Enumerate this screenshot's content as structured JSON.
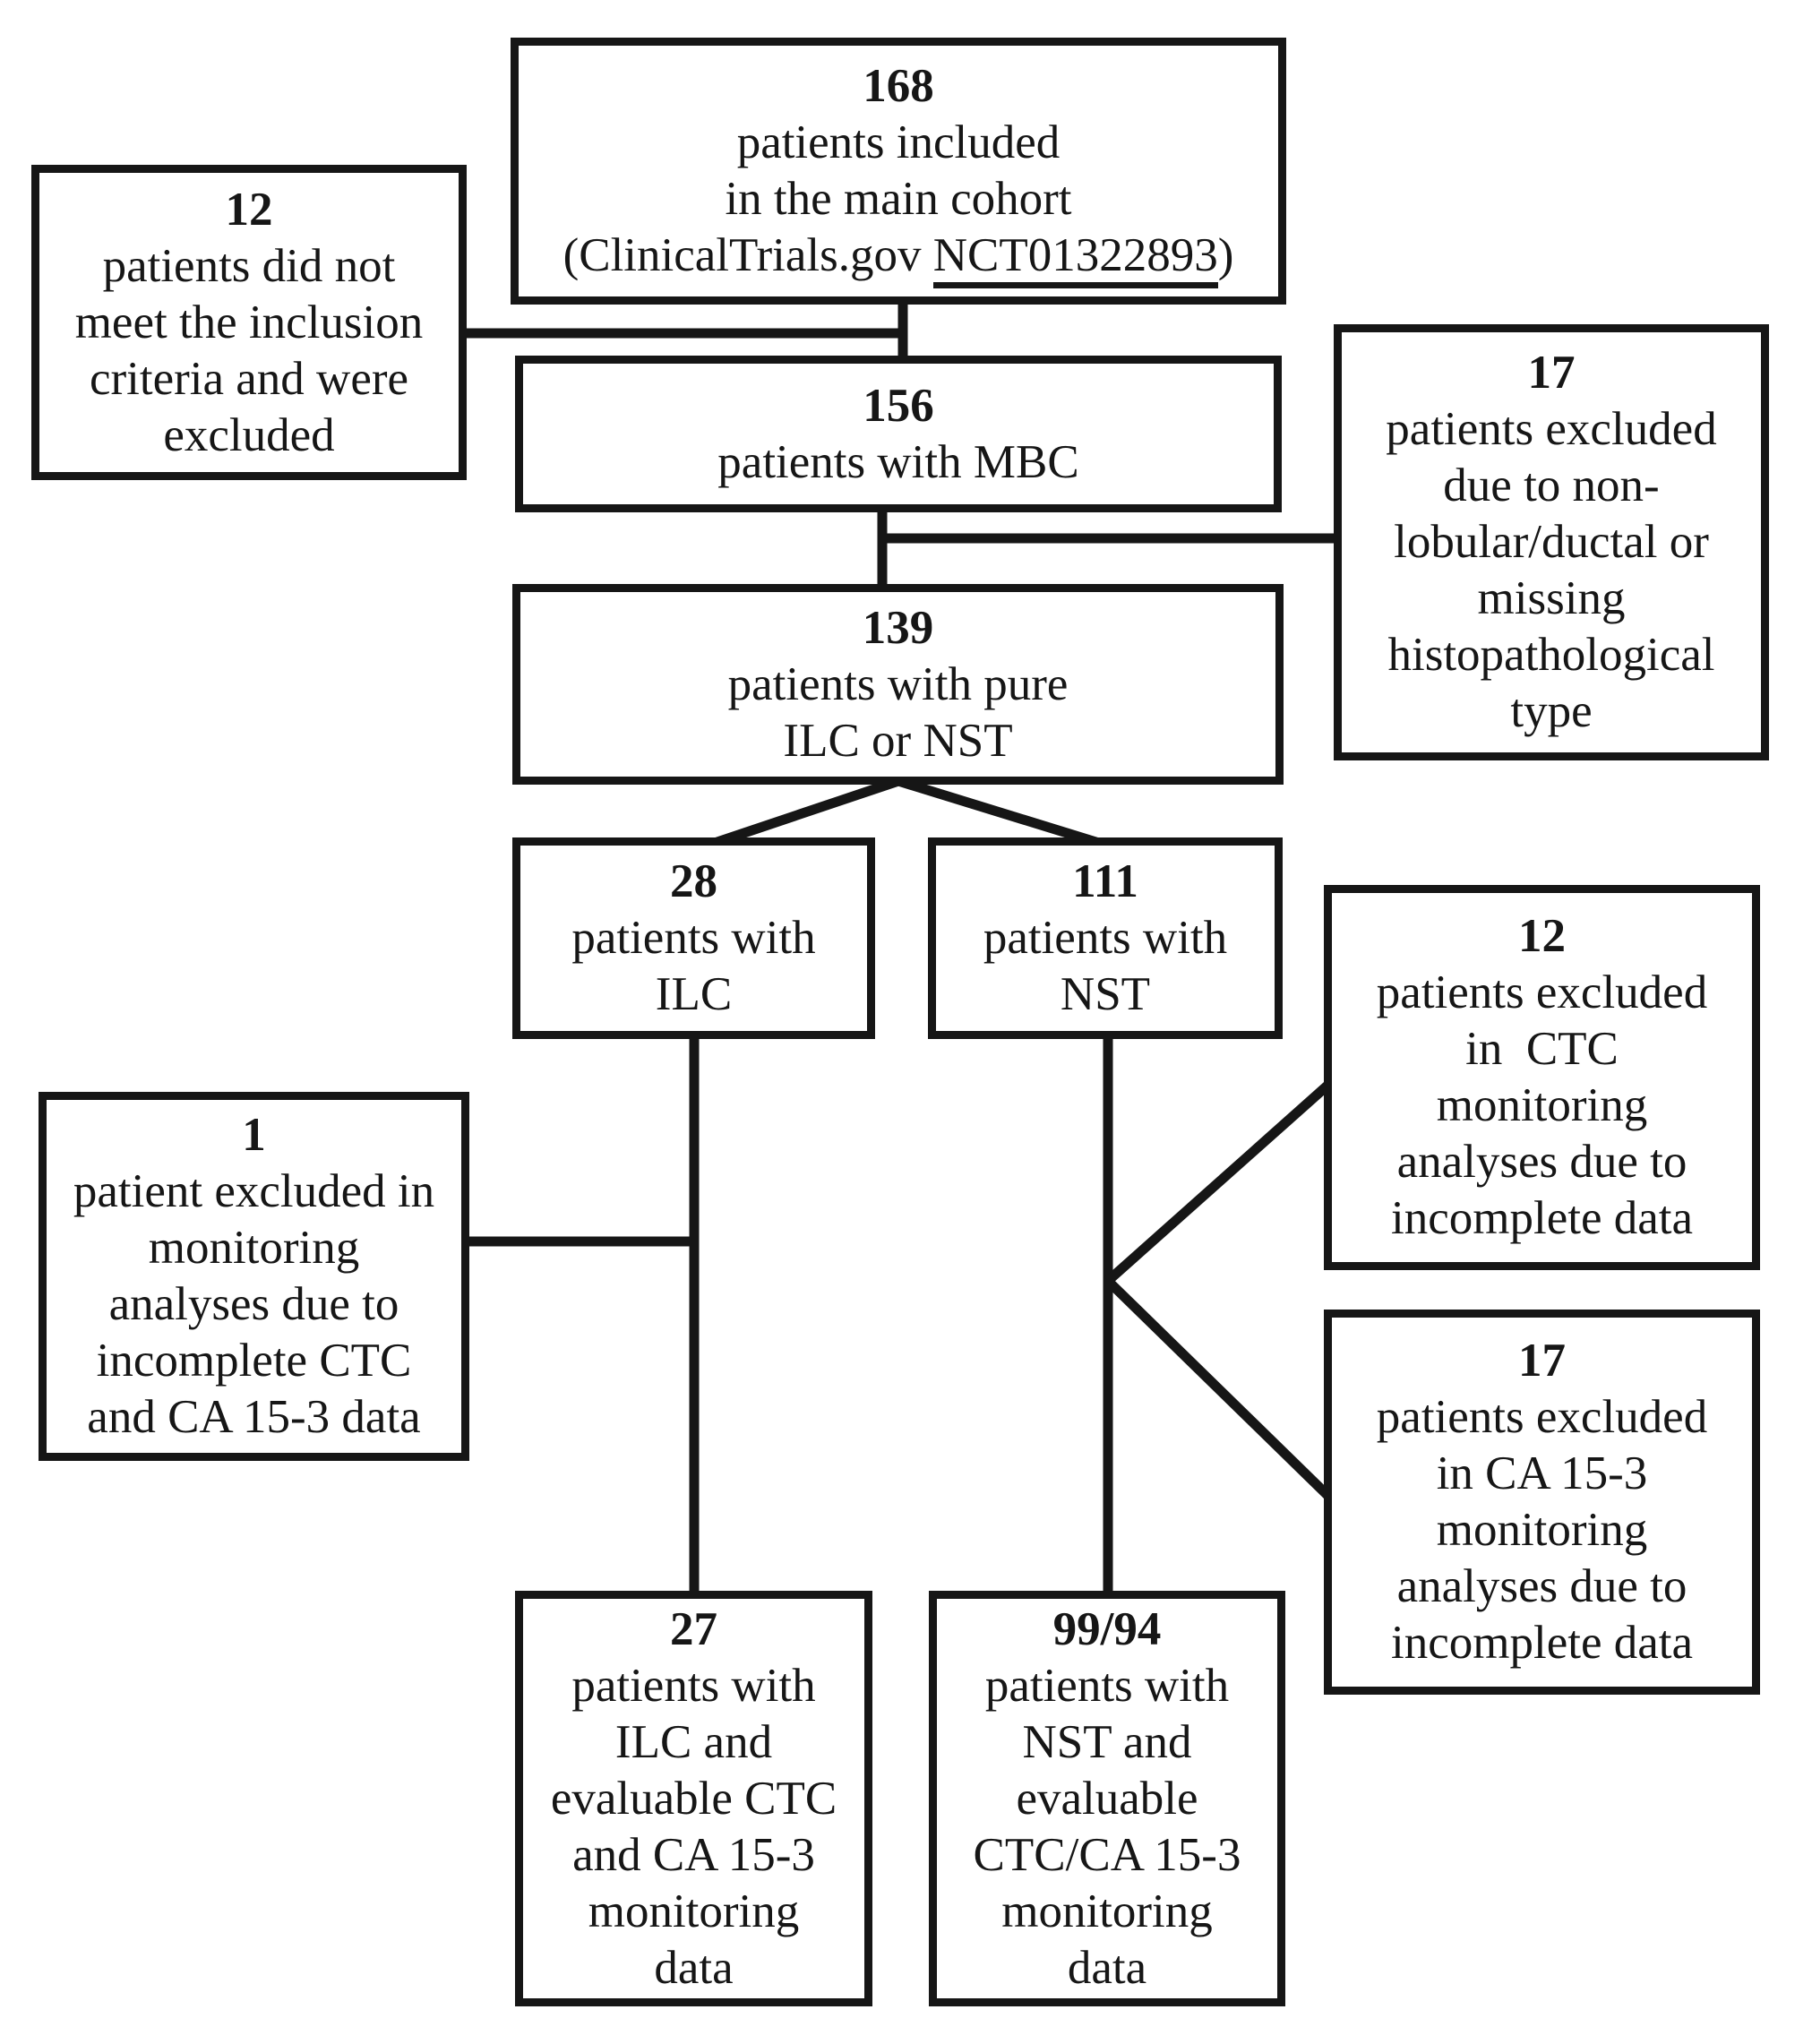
{
  "figure": {
    "kind": "patient-flow-diagram",
    "background_color": "#ffffff",
    "stroke_color": "#161616",
    "text_color": "#161616"
  },
  "boxes": {
    "b168": {
      "value": "168",
      "lines": [
        "patients included",
        "in the main cohort"
      ],
      "registry_prefix": "(ClinicalTrials.gov ",
      "registry_id": "NCT01322893",
      "registry_suffix": ")"
    },
    "b12_inclusion": {
      "value": "12",
      "lines": [
        "patients did not",
        "meet the inclusion",
        "criteria and were",
        "excluded"
      ]
    },
    "b156": {
      "value": "156",
      "lines": [
        "patients with MBC"
      ]
    },
    "b17_histology": {
      "value": "17",
      "lines": [
        "patients excluded",
        "due to non-",
        "lobular/ductal or",
        "missing",
        "histopathological",
        "type"
      ]
    },
    "b139": {
      "value": "139",
      "lines": [
        "patients with pure",
        "ILC or NST"
      ]
    },
    "b28_ilc": {
      "value": "28",
      "lines": [
        "patients with",
        "ILC"
      ]
    },
    "b111_nst": {
      "value": "111",
      "lines": [
        "patients with",
        "NST"
      ]
    },
    "b12_ctc": {
      "value": "12",
      "lines": [
        "patients excluded",
        "in  CTC",
        "monitoring",
        "analyses due to",
        "incomplete data"
      ]
    },
    "b1_monitoring": {
      "value": "1",
      "lines": [
        "patient excluded in",
        "monitoring",
        "analyses due to",
        "incomplete CTC",
        "and CA 15-3 data"
      ]
    },
    "b17_ca153": {
      "value": "17",
      "lines": [
        "patients excluded",
        "in CA 15-3",
        "monitoring",
        "analyses due to",
        "incomplete data"
      ]
    },
    "b27_ilc_eval": {
      "value": "27",
      "lines": [
        "patients with",
        "ILC and",
        "evaluable CTC",
        "and CA 15-3",
        "monitoring",
        "data"
      ]
    },
    "b99_94_nst_eval": {
      "value": "99/94",
      "lines": [
        "patients with",
        "NST and",
        "evaluable",
        "CTC/CA 15-3",
        "monitoring",
        "data"
      ]
    }
  },
  "edges": [
    {
      "from": "b168",
      "to": "b156"
    },
    {
      "from": "b168-b156-connector",
      "to": "b12_inclusion",
      "meaning": "excluded"
    },
    {
      "from": "b156",
      "to": "b139"
    },
    {
      "from": "b156-b139-connector",
      "to": "b17_histology",
      "meaning": "excluded"
    },
    {
      "from": "b139",
      "to": "b28_ilc"
    },
    {
      "from": "b139",
      "to": "b111_nst"
    },
    {
      "from": "b28_ilc",
      "to": "b27_ilc_eval"
    },
    {
      "from": "b28_ilc-b27_ilc_eval-connector",
      "to": "b1_monitoring",
      "meaning": "excluded"
    },
    {
      "from": "b111_nst",
      "to": "b99_94_nst_eval"
    },
    {
      "from": "b111_nst-b99_94_nst_eval-connector",
      "to": "b12_ctc",
      "meaning": "excluded"
    },
    {
      "from": "b111_nst-b99_94_nst_eval-connector",
      "to": "b17_ca153",
      "meaning": "excluded"
    }
  ]
}
